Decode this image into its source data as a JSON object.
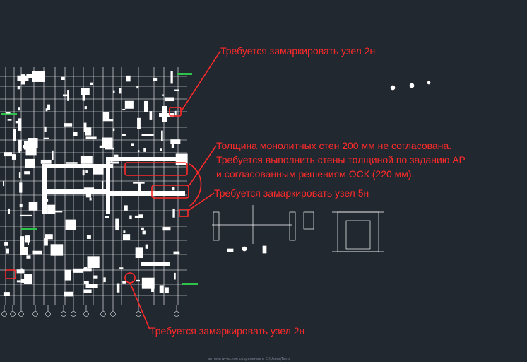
{
  "annotations": {
    "mark_node_2n_top": "Требуется замаркировать узел 2н",
    "wall_thickness": [
      "Толщина монолитных стен 200 мм не согласована.",
      "Требуется выполнить стены толщиной по заданию АР",
      "и согласованным решениям ОСК (220 мм)."
    ],
    "mark_node_5n": "Требуется замаркировать узел 5н",
    "mark_node_2n_bottom": "Требуется замаркировать узел 2н"
  },
  "status_bar": {
    "autosave_text": "автоматическое сохранение в C:\\Users\\Tema"
  },
  "colors": {
    "background": "#212830",
    "drawing_lines": "#ffffff",
    "markup_red": "#ff2a2a",
    "layer_green": "#2ec24a"
  }
}
